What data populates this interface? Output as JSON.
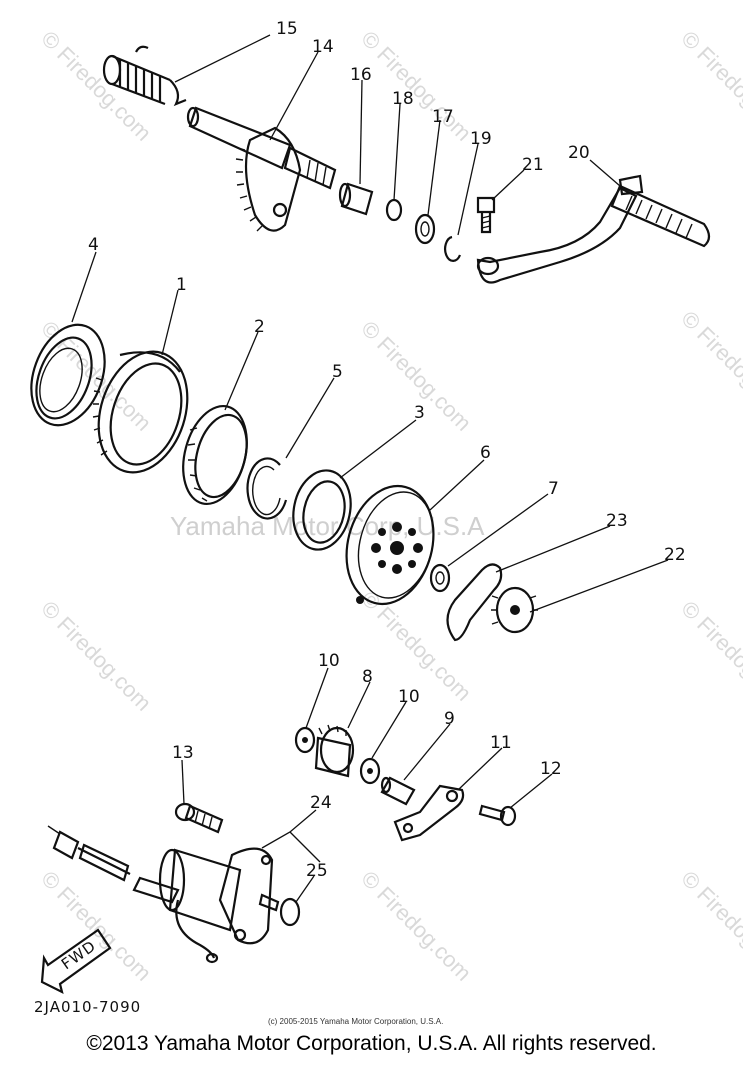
{
  "diagram": {
    "drawing_code": "2JA010-7090",
    "center_watermark": "Yamaha Motor Corp, U.S.A",
    "site_watermark": "© Firedog.com",
    "small_copyright": "(c) 2005-2015 Yamaha Motor Corporation, U.S.A.",
    "fwd_label": "FWD",
    "callouts": [
      "15",
      "14",
      "16",
      "18",
      "17",
      "19",
      "21",
      "20",
      "4",
      "1",
      "2",
      "5",
      "3",
      "6",
      "7",
      "23",
      "22",
      "10",
      "8",
      "10",
      "9",
      "11",
      "12",
      "13",
      "24",
      "25"
    ]
  },
  "footer": {
    "copyright": "©2013 Yamaha Motor Corporation, U.S.A. All rights reserved."
  }
}
